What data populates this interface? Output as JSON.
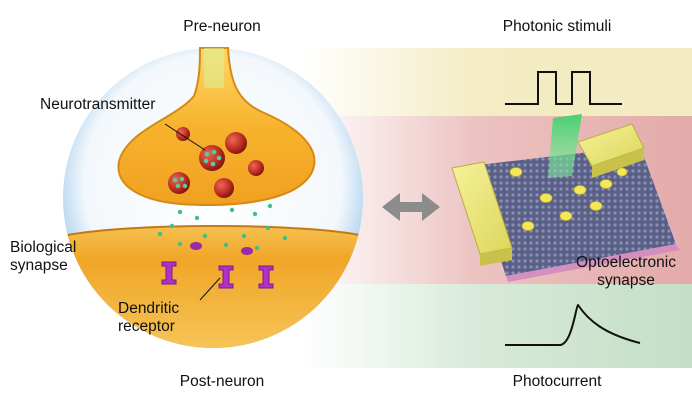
{
  "labels": {
    "pre_neuron": "Pre-neuron",
    "photonic_stimuli": "Photonic stimuli",
    "neurotransmitter": "Neurotransmitter",
    "biological_synapse_line1": "Biological",
    "biological_synapse_line2": "synapse",
    "dendritic_receptor_line1": "Dendritic",
    "dendritic_receptor_line2": "receptor",
    "optoelectronic_synapse_line1": "Optoelectronic",
    "optoelectronic_synapse_line2": "synapse",
    "post_neuron": "Post-neuron",
    "photocurrent": "Photocurrent"
  },
  "icons": {
    "exchange_arrow": "double-arrow-icon",
    "light_pulse": "square-pulse-icon",
    "current_decay": "decay-curve-icon"
  },
  "colors": {
    "band_top": "#f3ecc4",
    "band_mid": "#e9b9b8",
    "band_bottom": "#cfe4cc",
    "cell_orange": "#f2a21f",
    "vesicle_red": "#b8241c",
    "transmitter_green": "#3fbf8a",
    "receptor_purple": "#b030c8",
    "laser_green": "#56e07c",
    "electrode_yellow": "#e8e06a"
  }
}
